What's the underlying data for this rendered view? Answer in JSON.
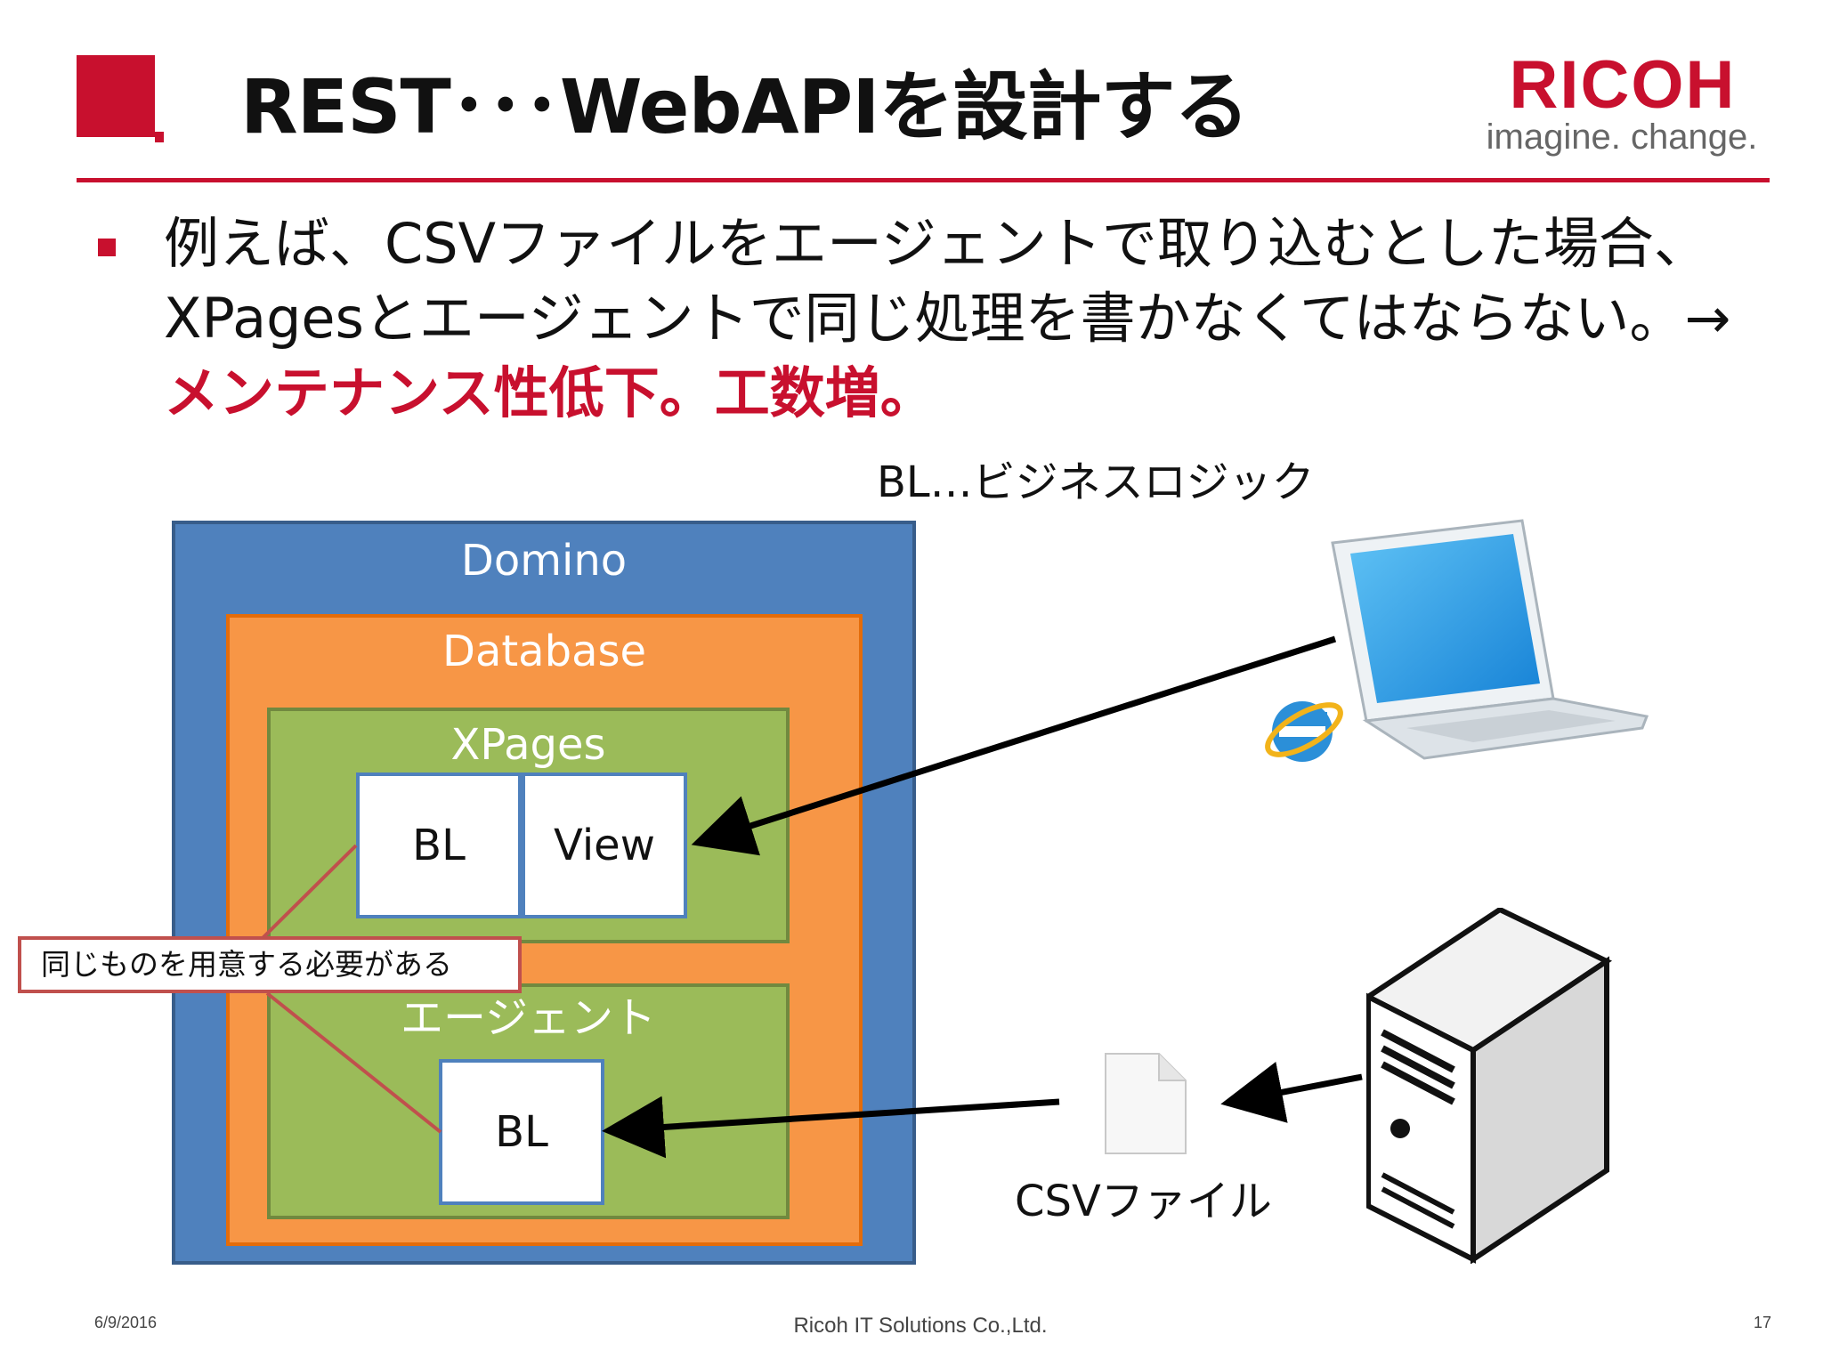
{
  "header": {
    "title": "REST･･･WebAPIを設計する",
    "logo_wordmark": "RICOH",
    "logo_tagline": "imagine. change.",
    "accent_color": "#c8102e"
  },
  "bullet": {
    "text_before": "例えば、CSVファイルをエージェントで取り込むとした場合、XPagesとエージェントで同じ処理を書かなくてはならない。→",
    "emphasis": "メンテナンス性低下。工数増。"
  },
  "diagram": {
    "legend": "BL…ビジネスロジック",
    "domino_label": "Domino",
    "database_label": "Database",
    "xpages_label": "XPages",
    "agent_label": "エージェント",
    "xpages_bl_label": "BL",
    "view_label": "View",
    "agent_bl_label": "BL",
    "callout_text": "同じものを用意する必要がある",
    "csv_label": "CSVファイル",
    "colors": {
      "domino": "#4f81bd",
      "database": "#f79646",
      "inner": "#9bbb59",
      "callout": "#c0504d"
    },
    "icons": [
      "laptop-icon",
      "internet-explorer-icon",
      "server-icon",
      "file-icon"
    ]
  },
  "footer": {
    "date": "6/9/2016",
    "company": "Ricoh IT Solutions Co.,Ltd.",
    "page": "17"
  }
}
